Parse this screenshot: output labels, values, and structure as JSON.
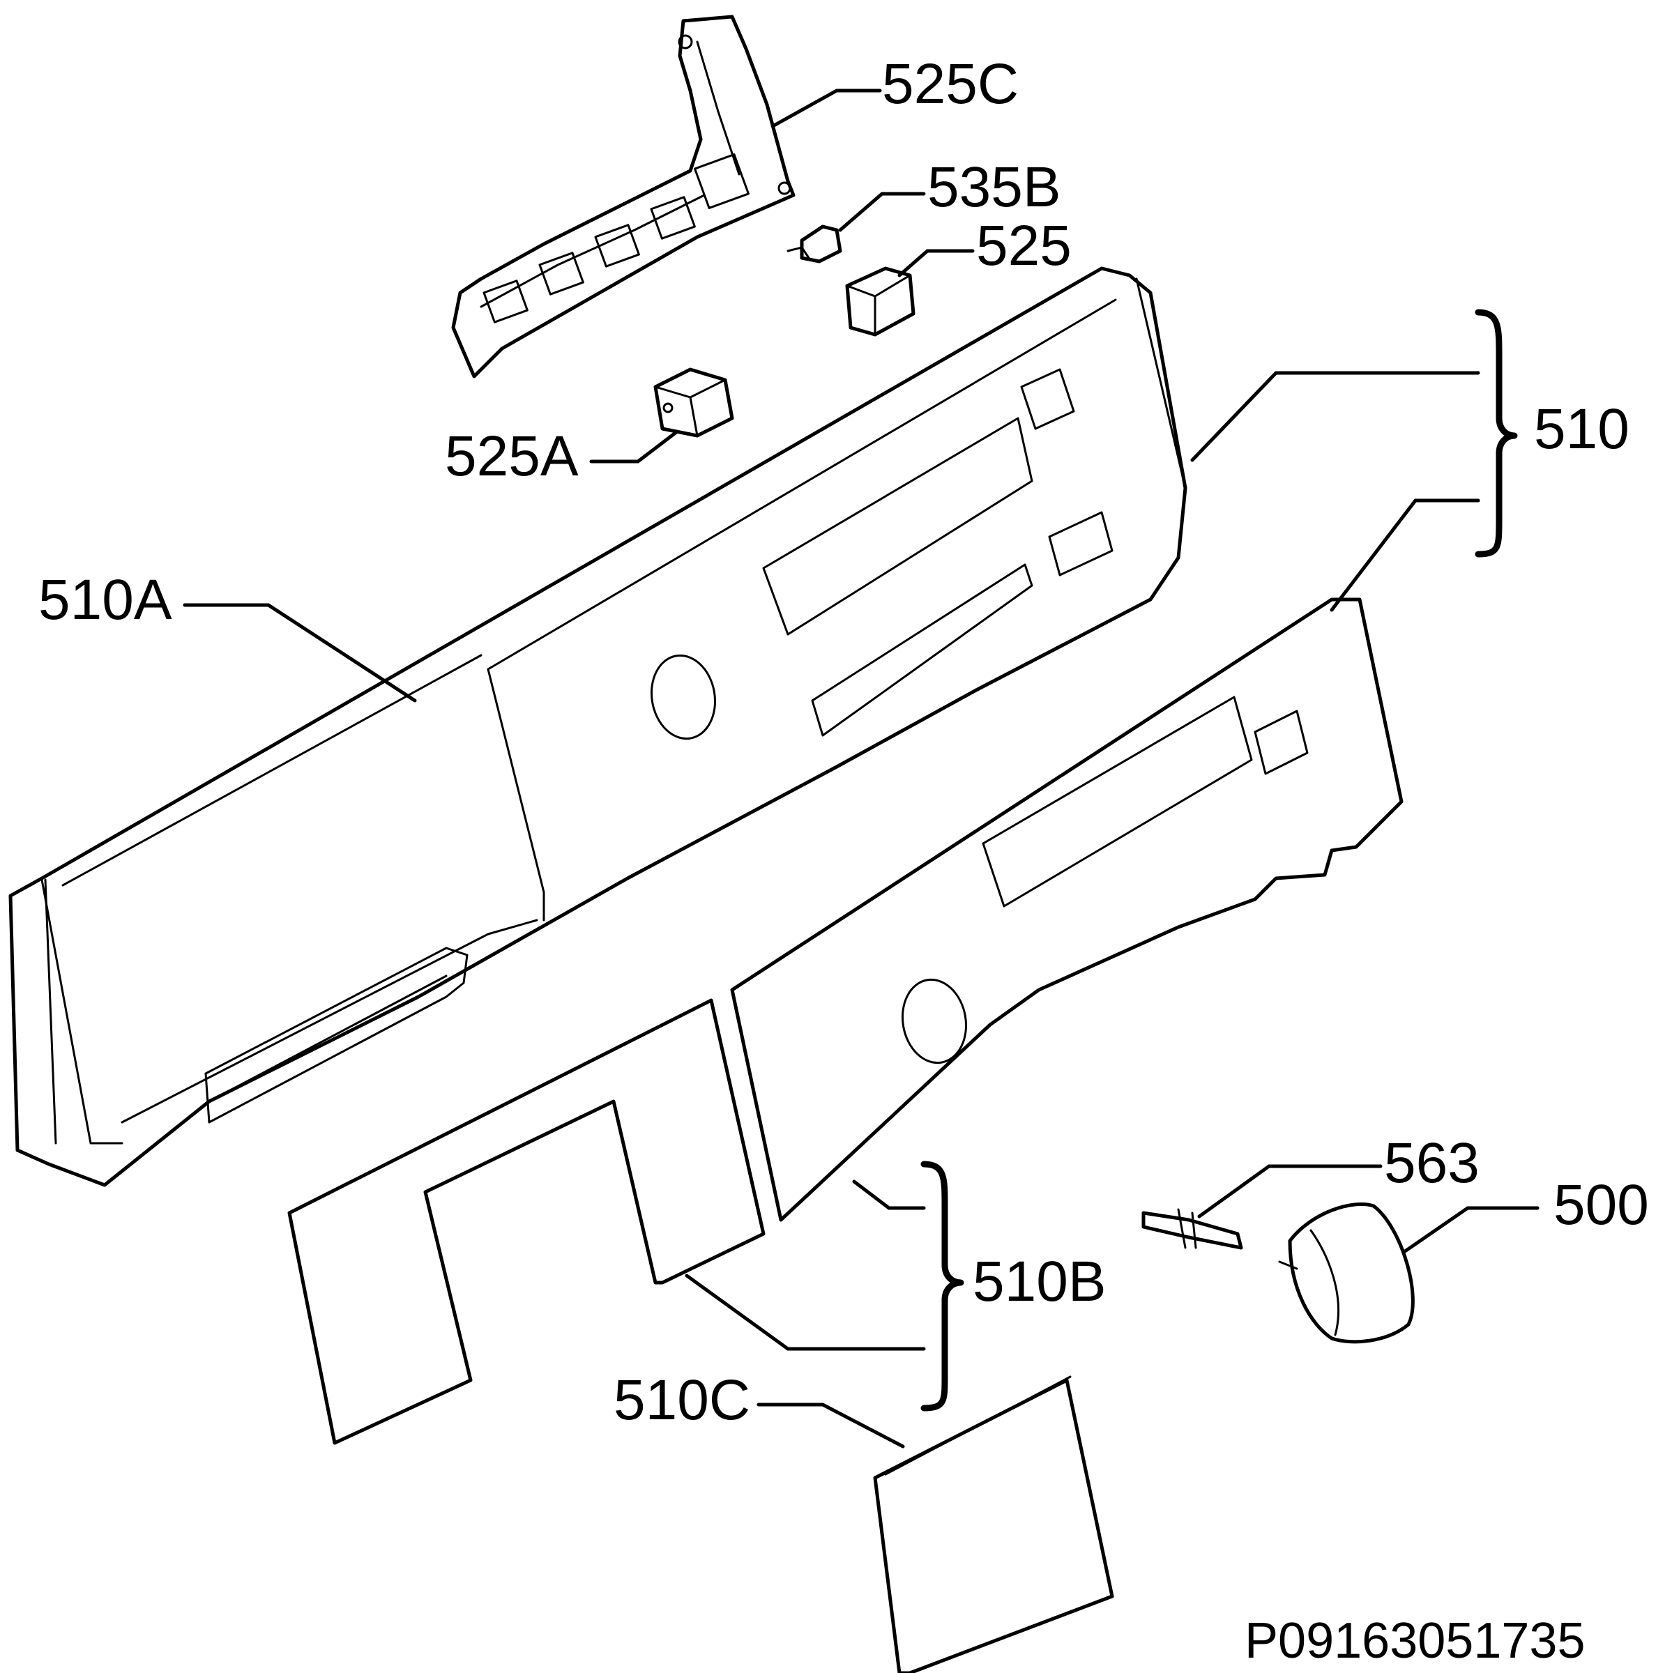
{
  "diagram": {
    "reference_code": "P09163051735",
    "labels": {
      "l525C": "525C",
      "l535B": "535B",
      "l525": "525",
      "l525A": "525A",
      "l510": "510",
      "l510A": "510A",
      "l510B": "510B",
      "l510C": "510C",
      "l563": "563",
      "l500": "500"
    }
  }
}
